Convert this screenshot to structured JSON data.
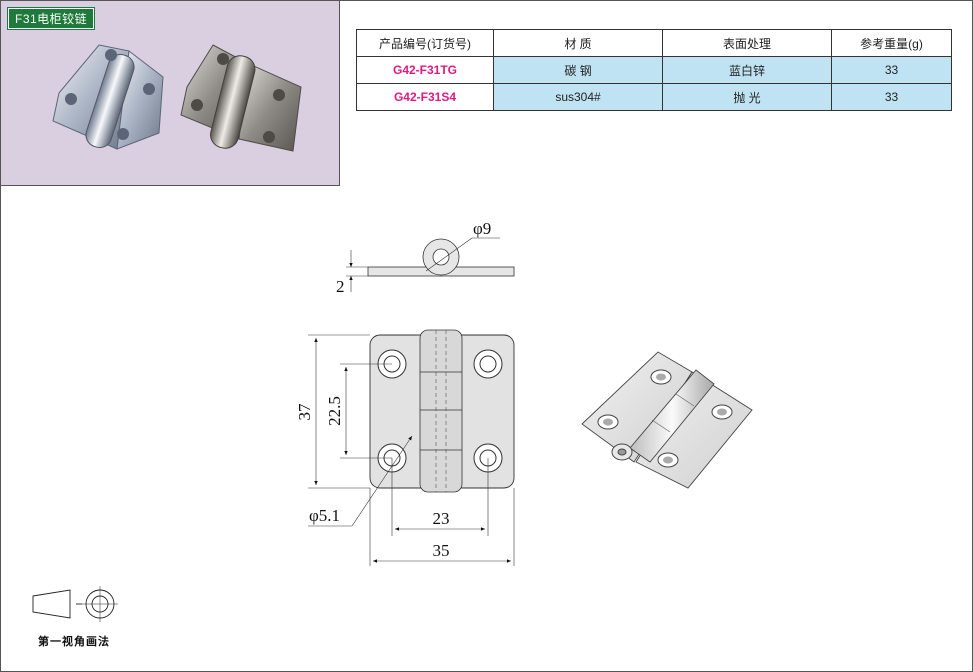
{
  "product_tag": "F31电柜铰链",
  "table": {
    "headers": [
      "产品编号(订货号)",
      "材 质",
      "表面处理",
      "参考重量(g)"
    ],
    "rows": [
      {
        "code": "G42-F31TG",
        "material": "碳 钢",
        "finish": "蓝白锌",
        "weight": "33"
      },
      {
        "code": "G42-F31S4",
        "material": "sus304#",
        "finish": "抛 光",
        "weight": "33"
      }
    ]
  },
  "dimensions": {
    "pin_diameter": "φ9",
    "thickness": "2",
    "height": "37",
    "hole_pitch_v": "22.5",
    "hole_diameter": "φ5.1",
    "hole_pitch_h": "23",
    "width": "35"
  },
  "projection_label": "第一视角画法"
}
